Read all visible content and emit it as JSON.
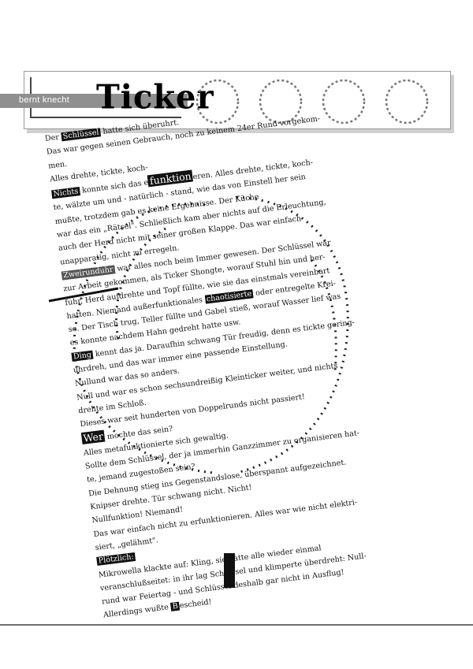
{
  "header": {
    "author": "bernt knecht",
    "title": "Ticker"
  },
  "article": {
    "lines": [
      {
        "parts": [
          {
            "t": "Der "
          },
          {
            "t": "Schlüssel",
            "hl": true
          },
          {
            "t": " hatte sich überuhrt."
          }
        ]
      },
      {
        "parts": [
          {
            "t": "Das war gegen seinen Gebrauch, noch zu keinem 24er Rund vorgekom-"
          }
        ]
      },
      {
        "parts": [
          {
            "t": "men."
          }
        ]
      },
      {
        "parts": [
          {
            "t": "                                   Alles drehte, tickte, koch-"
          }
        ]
      },
      {
        "parts": [
          {
            "t": "Nichts",
            "hl": true
          },
          {
            "t": " konnte sich das e"
          },
          {
            "t": "funktion",
            "hl": true,
            "big": true
          },
          {
            "t": "eren. Alles drehte, tickte, koch-"
          }
        ]
      },
      {
        "parts": [
          {
            "t": "te, wälzte um und - natürlich - stand, wie das von Einstell her sein"
          }
        ]
      },
      {
        "parts": [
          {
            "t": "mußte, trotzdem gab es keine                  Ergebnisse. Der Küche"
          }
        ]
      },
      {
        "parts": [
          {
            "t": "war das ein „Rätsel\". Schließlich kam aber nichts auf die Erleuchtung,"
          }
        ]
      },
      {
        "parts": [
          {
            "t": "auch der Herd nicht mit seiner großen Klappe. Das war einfach"
          }
        ]
      },
      {
        "parts": [
          {
            "t": "unapparatig, nicht zu erregeln."
          }
        ]
      },
      {
        "parts": [
          {
            "t": "Zweirunduhr",
            "hl": true,
            "grey": true
          },
          {
            "t": " war alles noch beim Immer gewesen. Der Schlüssel war"
          }
        ]
      },
      {
        "parts": [
          {
            "t": "zur Arbeit gekommen, als Ticker Shongte, worauf Stuhl hin und her-"
          }
        ]
      },
      {
        "parts": [
          {
            "t": "fuhr, Herd aufdrehte und Topf füllte, wie sie das einstmals vereinbart"
          }
        ]
      },
      {
        "parts": [
          {
            "t": "hatten. Niemand außerfunktionales "
          },
          {
            "t": "chaotisierte",
            "hl": true
          },
          {
            "t": " oder entregelte Krei-"
          }
        ]
      },
      {
        "parts": [
          {
            "t": "se. Der Tisch trug, Teller füllte und Gabel stieß, worauf Wasser lief was"
          }
        ]
      },
      {
        "parts": [
          {
            "t": "es konnte nachdem Hahn gedreht hatte usw."
          }
        ]
      },
      {
        "parts": [
          {
            "t": "Ding",
            "hl": true
          },
          {
            "t": " kennt das ja. Daraufhin schwang Tür freudig, denn es tickte gering-"
          }
        ]
      },
      {
        "parts": [
          {
            "t": "uhrdreh, und das war immer eine passende Einstellung."
          }
        ]
      },
      {
        "parts": [
          {
            "t": "Null",
            "hl": false
          },
          {
            "t": "und war das so anders."
          }
        ]
      },
      {
        "parts": [
          {
            "t": "Null und war es schon sechsundreißig Kleinticker weiter, und nichts"
          }
        ]
      },
      {
        "parts": [
          {
            "t": "drehte im Schloß."
          }
        ]
      },
      {
        "parts": [
          {
            "t": "Dieses war seit hunderten von Doppelrunds nicht passiert!"
          }
        ]
      },
      {
        "parts": [
          {
            "t": "Wer",
            "hl": true,
            "big": true
          },
          {
            "t": " mochte das sein?"
          }
        ]
      },
      {
        "parts": [
          {
            "t": "Alles metafunktionierte sich gewaltig."
          }
        ]
      },
      {
        "parts": [
          {
            "t": "Sollte dem Schlüssel, der ja immerhin Ganzzimmer zu organisieren hat-"
          }
        ]
      },
      {
        "parts": [
          {
            "t": "te, jemand zugestoßen sein?"
          }
        ]
      },
      {
        "parts": [
          {
            "t": "Die Dehnung stieg ins Gegenstandslose, überspannt aufgezeichnet."
          }
        ]
      },
      {
        "parts": [
          {
            "t": "Knipser drehte. Tür schwang nicht. Nicht!"
          }
        ]
      },
      {
        "parts": [
          {
            "t": "Nullfunktion! Niemand!"
          }
        ]
      },
      {
        "parts": [
          {
            "t": "Das war einfach nicht zu erfunktionieren. Alles war wie nicht elektri-"
          }
        ]
      },
      {
        "parts": [
          {
            "t": "siert, „gelähmt\"."
          }
        ]
      },
      {
        "parts": [
          {
            "t": "Plötzlich:",
            "hl": true
          }
        ]
      },
      {
        "parts": [
          {
            "t": "Mikrowella klackte auf: Kling, sie hatte alle wieder einmal"
          }
        ]
      },
      {
        "parts": [
          {
            "t": "veranschlußseitet: in ihr lag Schlüssel und klimperte überdreht: Null-"
          }
        ]
      },
      {
        "parts": [
          {
            "t": "rund war Feiertag - und Schlüssel deshalb gar nicht in Ausflug!"
          }
        ]
      },
      {
        "parts": [
          {
            "t": "Allerdings wußte "
          },
          {
            "t": "B",
            "hl": true
          },
          {
            "t": "escheid!"
          }
        ]
      }
    ]
  }
}
